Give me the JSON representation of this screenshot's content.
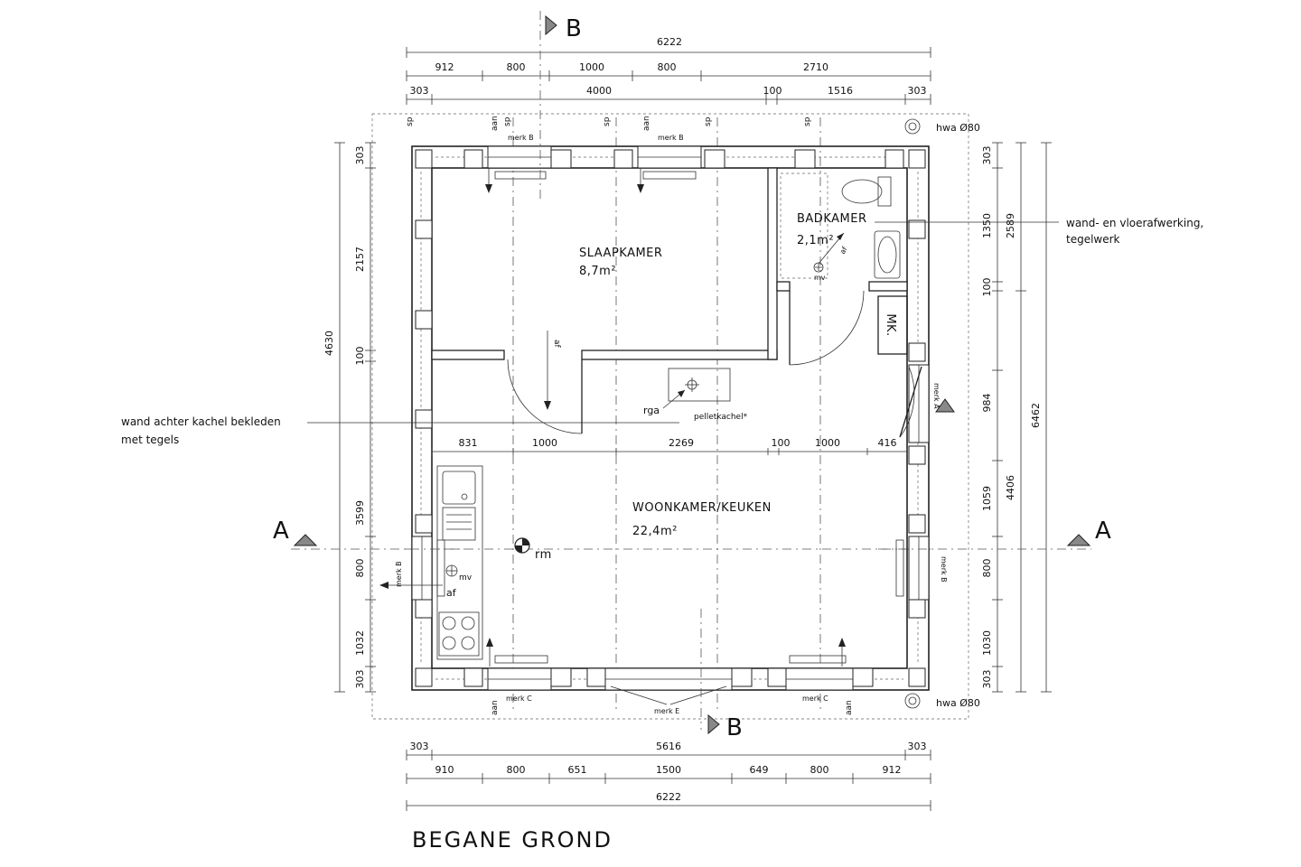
{
  "drawing": {
    "title": "BEGANE GROND",
    "section_b": "B",
    "section_a": "A"
  },
  "rooms": {
    "slaapkamer": {
      "name": "SLAAPKAMER",
      "area": "8,7m²"
    },
    "badkamer": {
      "name": "BADKAMER",
      "area": "2,1m²"
    },
    "woonkamer": {
      "name": "WOONKAMER/KEUKEN",
      "area": "22,4m²"
    },
    "mk": "MK."
  },
  "notes": {
    "tiles_line1": "wand- en vloerafwerking,",
    "tiles_line2": "tegelwerk",
    "stove_line1": "wand achter kachel bekleden",
    "stove_line2": "met tegels",
    "pellet": "pelletkachel*",
    "hwa": "hwa Ø80",
    "rga": "rga",
    "rm": "rm",
    "mv": "mv",
    "af": "af",
    "aan": "aan",
    "sp": "sp",
    "merk_a": "merk A",
    "merk_b": "merk B",
    "merk_c": "merk C",
    "merk_e": "merk E"
  },
  "dims": {
    "top_total": "6222",
    "top_row1": [
      "912",
      "800",
      "1000",
      "800",
      "2710"
    ],
    "top_row2": [
      "303",
      "4000",
      "100",
      "1516",
      "303"
    ],
    "inner": [
      "831",
      "1000",
      "2269",
      "100",
      "1000",
      "416"
    ],
    "bottom_row1": [
      "303",
      "5616",
      "303"
    ],
    "bottom_row2": [
      "910",
      "800",
      "651",
      "1500",
      "649",
      "800",
      "912"
    ],
    "bottom_total": "6222",
    "left_row1": [
      "303",
      "2157",
      "100",
      "3599",
      "800",
      "1032",
      "303"
    ],
    "left_total": "4630",
    "right_row1": [
      "303",
      "1350",
      "100",
      "984",
      "1059",
      "800",
      "1030",
      "303"
    ],
    "right_row2": [
      "2589",
      "4406"
    ],
    "right_total": "6462"
  }
}
